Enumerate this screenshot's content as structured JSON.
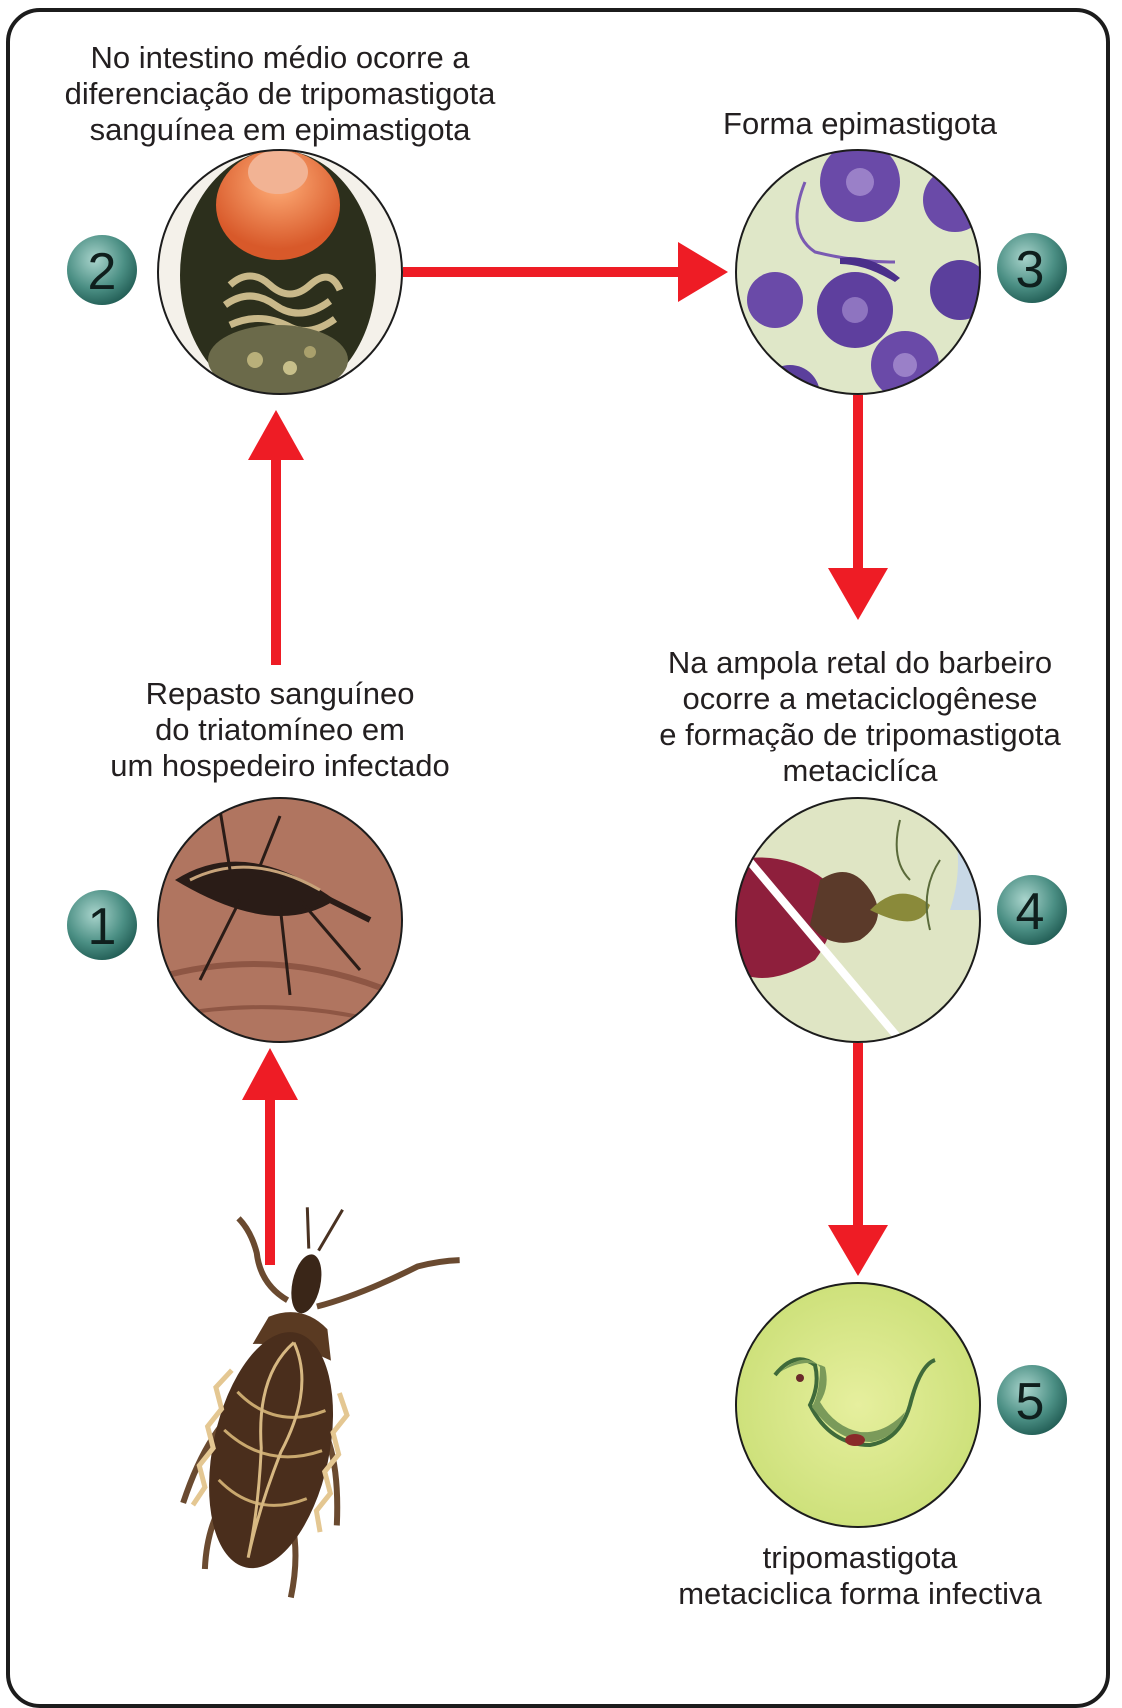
{
  "steps": {
    "s1": {
      "number": "1",
      "caption": "Repasto sanguíneo\ndo triatomíneo em\num hospedeiro infectado"
    },
    "s2": {
      "number": "2",
      "caption": "No intestino médio ocorre a\ndiferenciação de tripomastigota\nsanguínea em epimastigota"
    },
    "s3": {
      "number": "3",
      "caption": "Forma epimastigota"
    },
    "s4": {
      "number": "4",
      "caption": "Na ampola retal do barbeiro\nocorre a metaciclogênese\ne formação de tripomastigota\nmetaciclíca"
    },
    "s5": {
      "number": "5",
      "caption": "tripomastigota\nmetaciclica forma infectiva"
    }
  },
  "colors": {
    "arrow": "#ee1c25",
    "badge": "#2f6f66",
    "border": "#1c1c1c",
    "text": "#231f20"
  }
}
